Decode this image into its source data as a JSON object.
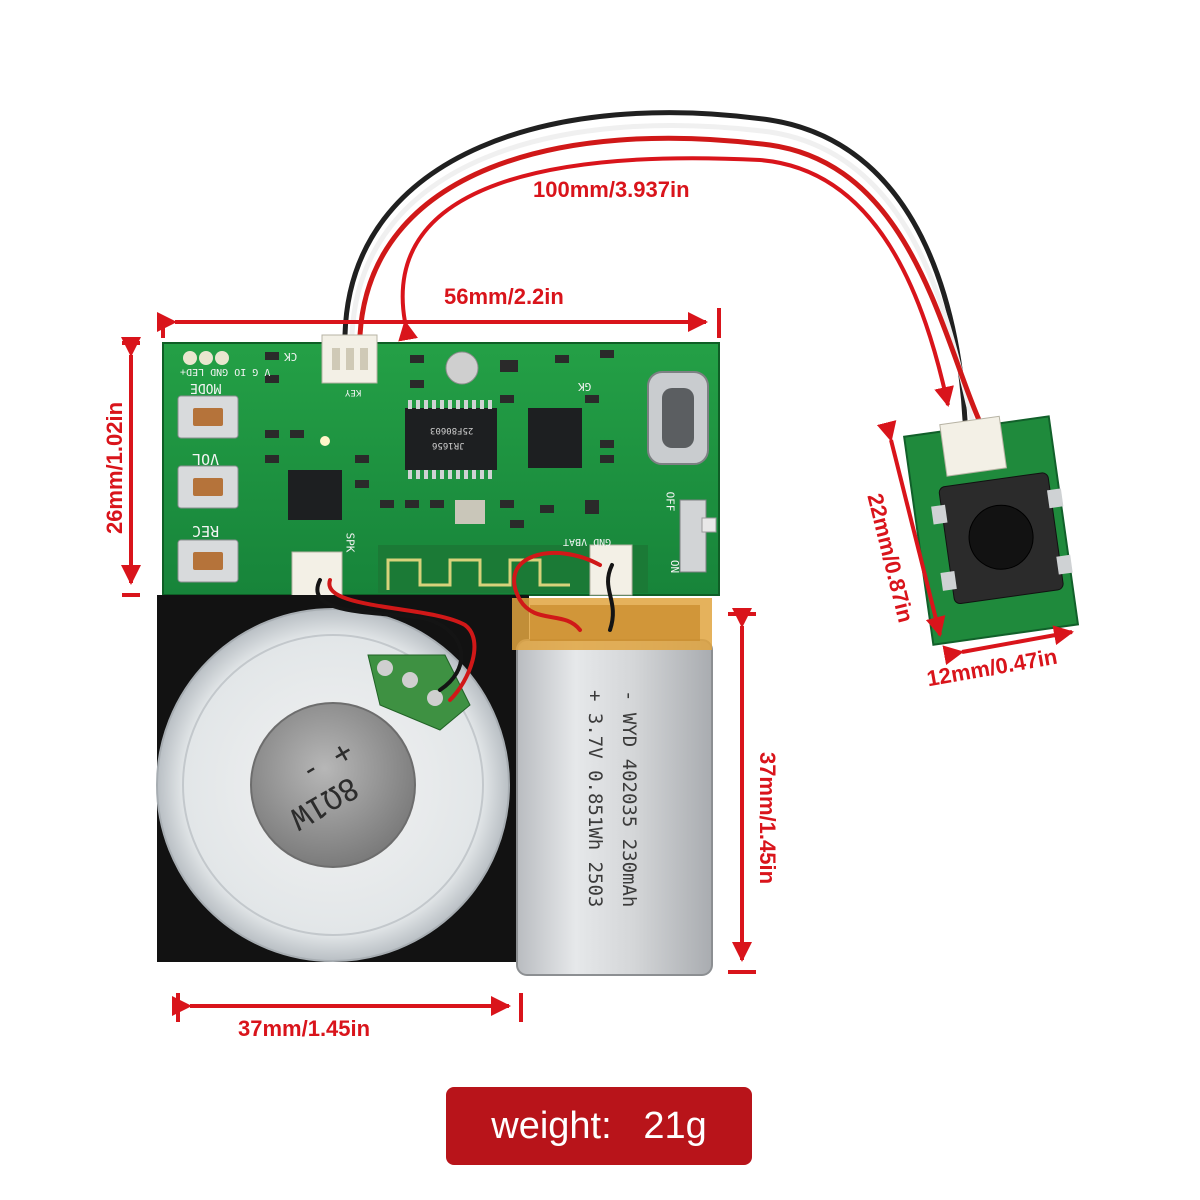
{
  "dimensions": {
    "cable_length": "100mm/3.937in",
    "board_width": "56mm/2.2in",
    "board_height": "26mm/1.02in",
    "speaker_width": "37mm/1.45in",
    "battery_height": "37mm/1.45in",
    "button_height": "22mm/0.87in",
    "button_width": "12mm/0.47in"
  },
  "pcb_labels": {
    "mode": "MODE",
    "vol": "VOL",
    "rec": "REC",
    "pins": "V G IO GND LED+",
    "ck": "CK",
    "key": "KEY",
    "gk": "GK",
    "off": "OFF",
    "on": "ON",
    "spk": "SPK",
    "gnd_vbat": "GND VBAT",
    "chip1": "JR1656",
    "chip2": "25F80603"
  },
  "battery": {
    "line1": "- WYD 402035  230mAh",
    "line2": "+ 3.7V 0.851Wh  2503"
  },
  "speaker": {
    "marking": "+ -",
    "rating": "8Ω1W"
  },
  "weight": {
    "label": "weight:",
    "value": "21g"
  },
  "colors": {
    "dimension_red": "#d9141b",
    "pcb_green": "#1f8a3c",
    "weight_box": "#b8141a"
  }
}
